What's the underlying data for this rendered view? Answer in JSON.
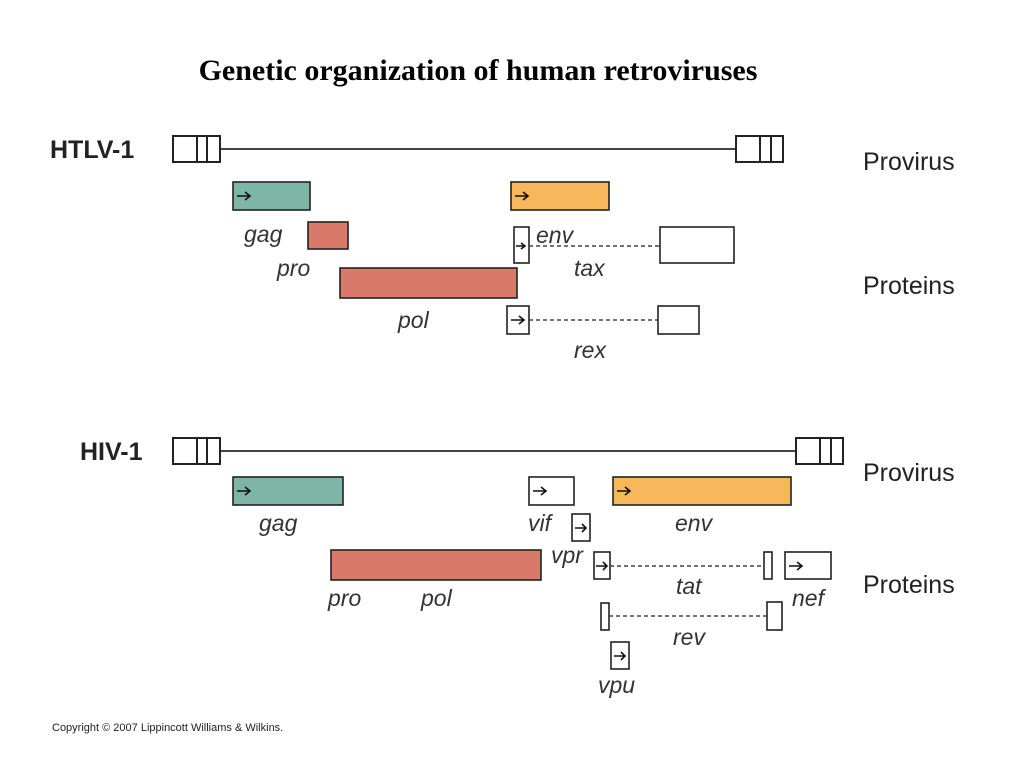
{
  "title": "Genetic organization of human retroviruses",
  "copyright": "Copyright © 2007 Lippincott Williams & Wilkins.",
  "colors": {
    "gag": "#7fb5a6",
    "pro_pol": "#d9796a",
    "env": "#f7b85c",
    "accessory": "#ffffff"
  },
  "htlv": {
    "name": "HTLV-1",
    "provirus_label": "Provirus",
    "proteins_label": "Proteins",
    "genes": {
      "gag": "gag",
      "pro": "pro",
      "pol": "pol",
      "env": "env",
      "tax": "tax",
      "rex": "rex"
    }
  },
  "hiv": {
    "name": "HIV-1",
    "provirus_label": "Provirus",
    "proteins_label": "Proteins",
    "genes": {
      "gag": "gag",
      "vif": "vif",
      "vpr": "vpr",
      "env": "env",
      "pro": "pro",
      "pol": "pol",
      "tat": "tat",
      "nef": "nef",
      "rev": "rev",
      "vpu": "vpu"
    }
  }
}
